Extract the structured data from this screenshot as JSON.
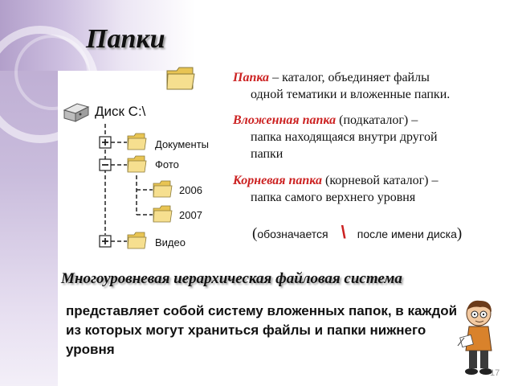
{
  "slide": {
    "title": "Папки",
    "page_number": "17"
  },
  "tree": {
    "root": "Диск С:\\",
    "items": [
      {
        "label": "Документы",
        "toggle": "+"
      },
      {
        "label": "Фото",
        "toggle": "–"
      },
      {
        "label": "2006",
        "toggle": ""
      },
      {
        "label": "2007",
        "toggle": ""
      },
      {
        "label": "Видео",
        "toggle": "+"
      }
    ]
  },
  "definitions": [
    {
      "term": "Папка",
      "rest_first": " – каталог, объединяет файлы",
      "rest_second": "одной тематики и вложенные папки."
    },
    {
      "term": "Вложенная папка",
      "rest_first": " (подкаталог) –",
      "rest_second": "папка находящаяся внутри другой папки"
    },
    {
      "term": "Корневая папка",
      "rest_first": " (корневой каталог) –",
      "rest_second": "папка самого верхнего уровня"
    }
  ],
  "note": {
    "open": "(",
    "text_before": "обозначается",
    "symbol": "\\",
    "text_after": "после имени диска",
    "close": ")"
  },
  "subtitle": "Многоуровневая иерархическая файловая система",
  "body": "представляет собой систему вложенных папок, в каждой из которых могут храниться файлы и папки нижнего уровня",
  "colors": {
    "term": "#cc2222",
    "folder": "#f2d36b",
    "accent_band": "#b9a7cf"
  },
  "icons": [
    "hard-drive-icon",
    "folder-icon",
    "expand-plus-icon",
    "collapse-minus-icon",
    "cartoon-boy-illustration"
  ]
}
